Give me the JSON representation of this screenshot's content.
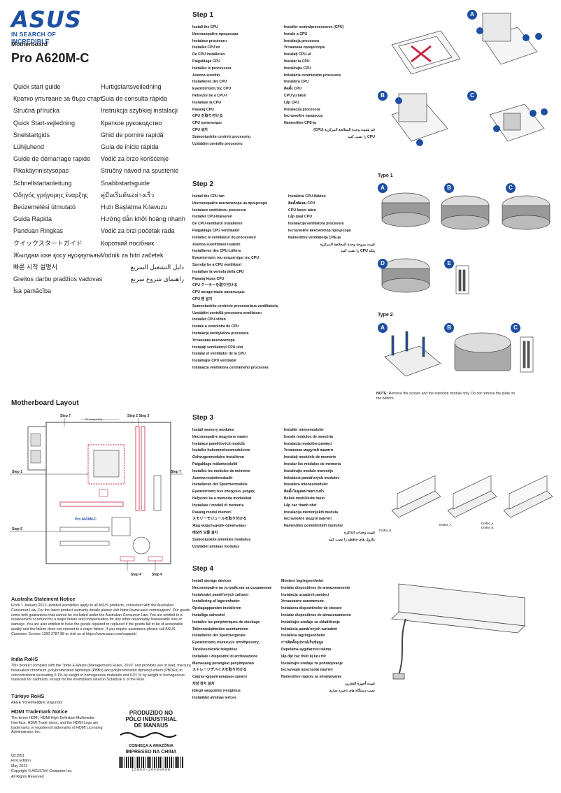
{
  "brand": {
    "logo_text": "ASUS",
    "slogan": "IN SEARCH OF INCREDIBLE",
    "color": "#1d4ea2"
  },
  "section_label": "Motherboard",
  "model": "Pro A620M-C",
  "quick_start_guides": [
    [
      "Quick start guide",
      "Hurtigstartsveiledning"
    ],
    [
      "Кратко упътване за бърз старт",
      "Guia de consulta rápida"
    ],
    [
      "Stručná příručka",
      "Instrukcja szybkiej instalacji"
    ],
    [
      "Quick Start-vejledning",
      "Краткое руководство"
    ],
    [
      "Snelstartgids",
      "Ghid de pornire rapidă"
    ],
    [
      "Lühijuhend",
      "Guía de inicio rápida"
    ],
    [
      "Guide de démarrage rapide",
      "Vodič za brzo korišćenje"
    ],
    [
      "Pikakäynnistysopas",
      "Stručný návod na spustenie"
    ],
    [
      "Schnellstartanleitung",
      "Snabbstartsguide"
    ],
    [
      "Οδηγός γρήγορης έναρξης",
      "คู่มือเริ่มต้นอย่างเร็ว"
    ],
    [
      "Beüzemelési útmutató",
      "Hızlı Başlatma Kılavuzu"
    ],
    [
      "Guida Rapida",
      "Hướng dẫn khởi hoàng nhanh"
    ],
    [
      "Panduan Ringkas",
      "Vodič za brzi početak rada"
    ],
    [
      "クイックスタートガイド",
      "Короткий посібник"
    ],
    [
      "Жылдам іске қосу нұсқаулығы",
      "Vodnik za hitri začetek"
    ],
    [
      "빠른 시작 설명서",
      "دليل التشغيل السريع"
    ],
    [
      "Greitos darbo pradžios vadovas",
      "راهنمای شروع سریع"
    ],
    [
      "Īsa pamācība",
      ""
    ]
  ],
  "layout": {
    "title": "Motherboard Layout",
    "dimension": "22.6cm(8.9in)",
    "step_labels": {
      "s7_top": "Step 7",
      "s2_s3": "Step 2  Step 3",
      "s1": "Step 1",
      "s7_right": "Step 7",
      "s5": "Step 5",
      "s4": "Step 4",
      "s6": "Step 6"
    },
    "board_name": "Pro A620M-C"
  },
  "steps": {
    "step1": {
      "title": "Step 1",
      "left": [
        "Install the CPU",
        "Инсталирайте процесора",
        "Instalace procesoru",
        "Installer CPU'en",
        "De CPU installeren",
        "Paigaldage CPU",
        "Installez le processeur",
        "Asenna suoritin",
        "Installieren der CPU",
        "Εγκατάσταση της CPU",
        "Helyezze be a CPU-t",
        "Installare la CPU",
        "Pasang CPU",
        "CPU を取り付ける",
        "CPU орнатыңыз",
        "CPU 설치",
        "Sumontuokite centrinį procesorių",
        "Uzstādiet centrālo procesoru"
      ],
      "right": [
        "Installer sentralprosessoren (CPU)",
        "Instale a CPU",
        "Instalacja procesora",
        "Установка процессора",
        "Instalați CPU-ul",
        "Instalar la CPU",
        "Instalirajte CPU",
        "Inštalácia centrálneho procesora",
        "Installera CPU",
        "ติดตั้ง CPU",
        "CPU'yu takın",
        "Lắp CPU",
        "Instalacija procesora",
        "Інсталюйте процесор",
        "Namestitev CPE-ja",
        "قم بتثبيت وحدة المعالجة المركزية (CPU)",
        "CPU را نصب کنید"
      ],
      "rtl_from": 15
    },
    "step2": {
      "title": "Step 2",
      "left": [
        "Install the CPU fan",
        "Инсталирайте вентилатора на процесора",
        "Instalace ventilátoru procesoru",
        "Installer CPU-blæseren",
        "De CPU-ventilator installeren",
        "Paigaldage CPU ventilaator",
        "Installez le ventilateur du processeur",
        "Asenna suorittimen tuuletin",
        "Installieren des CPU-Lüfters",
        "Εγκατάσταση του ανεμιστήρα της CPU",
        "Szerelje be a CPU ventilátort",
        "Installare la ventola della CPU",
        "Pasang kipas CPU",
        "CPU クーラーを取り付ける",
        "CPU желдеткішін орнатыңыз",
        "CPU 팬 설치",
        "Sumontuokite centrinio procesoriaus ventiliatorių",
        "Uzstādiet centrālā procesora ventilatoru",
        "Installer CPU-viften",
        "Instale a ventoinha de CPU",
        "Instalacja wentylatora procesora",
        "Установка вентилятора",
        "Instalați ventilatorul CPU-ului",
        "Instalar el ventilador de la CPU",
        "Instalirajte CPU ventilator",
        "Inštalácia ventilátora centrálneho procesora"
      ],
      "right": [
        "Installera CPU-fläkten",
        "ติดตั้งพัดลม CPU",
        "CPU fanını takın",
        "Lắp quạt CPU",
        "Instalacija ventilatora procesora",
        "Інсталюйте вентилятор процесора",
        "Namestitev ventilatorja CPE-ja",
        "تثبيت مروحة وحدة المعالجة المركزية",
        "پنکه CPU را نصب کنید"
      ],
      "rtl_from": 7
    },
    "step3": {
      "title": "Step 3",
      "left": [
        "Install memory modules",
        "Инсталирайте модулите памет",
        "Instalace paměťových modulů",
        "Installer hukommelsesmodulerne",
        "Geheugenmodules installeren",
        "Paigaldage mälumoodulid",
        "Installez les modules de mémoire",
        "Asenna muistimoduulit",
        "Installieren der Speichermodule",
        "Εγκατάσταση των στοιχείων μνήμης",
        "Helyezze be a memória modulokat",
        "Installare i moduli di memoria",
        "Pasang modul memori",
        "メモリーモジュールを取り付ける",
        "Жад модульдерін орнатыңыз",
        "메모리 모듈 설치",
        "Sumontuokite atminties modulius",
        "Uzstādiet atmiņas modulus"
      ],
      "right": [
        "Installer minnemoduler",
        "Instale módulos de memória",
        "Instalacja modułów pamięci",
        "Установка модулей памяти",
        "Instalați modulele de memorie",
        "Instalar los módulos de memoria",
        "Instalirajte module memorije",
        "Inštalácia pamäťových modulov",
        "Installera minnesmoduler",
        "ติดตั้งโมดูลหน่วยความจำ",
        "Bellek modüllerini takın",
        "Lắp các thanh nhớ",
        "Instalacija memorijskih modula",
        "Інсталюйте модулі пам'яті",
        "Namestitev pomnilniških modulov",
        "تثبيت وحدات الذاكرة",
        "ماژول های حافظه را نصب کنید"
      ],
      "rtl_from": 15
    },
    "step4": {
      "title": "Step 4",
      "left": [
        "Install storage devices",
        "Инсталирайте на устройства за съхранение",
        "Instalování paměťových zařízení",
        "Installering af lagerenheder",
        "Opslagapparaten installeren",
        "Installige salvestid",
        "Installez les périphériques de stockage",
        "Tallennuslaitteiden asentaminen",
        "Installieren der Speichergeräte",
        "Εγκατάσταση συσκευών αποθήκευσης",
        "Tárolóeszközök telepítése",
        "Installare i dispositivi di archiviazione",
        "Memasang perangkat penyimpanan",
        "ストレージデバイスを取り付ける",
        "Сақтау құрылғыларын орнату",
        "저장 장치 설치",
        "Įdiegti saugojimo įrenginius",
        "Instalējiet atmiņas ierīces"
      ],
      "right": [
        "Montere lagringsenheter",
        "Instalar dispositivos de armazenamento",
        "Instalacja urządzeń pamięci",
        "Установите накопители",
        "Instalarea dispozitivelor de stocare",
        "Instalar dispositivos de almacenamiento",
        "Instalirajte uređaje za skladištenje",
        "Inštalácia pamäťových zariadení",
        "Installera lagringsenheter",
        "การติดตั้งอุปกรณ์เก็บข้อมูล",
        "Depolama aygıtlarınızı takma",
        "lắp đặt các thiết bị lưu trữ",
        "Instalirajte uređaje za pohranjivanje",
        "Інсталяція пристроїв пам'яті",
        "Namestitev naprav za shranjevanje",
        "تثبيت أجهزة التخزين",
        "نصب دستگاه های ذخیره سازی"
      ],
      "rtl_from": 15
    }
  },
  "figures": {
    "type1": "Type 1",
    "type2": "Type 2",
    "letters": [
      "A",
      "B",
      "C",
      "D",
      "E"
    ],
    "dimm_labels": [
      "DIMM_B",
      "DIMM_A",
      "DIMM_A",
      "DIMM_B"
    ],
    "note_label": "NOTE:",
    "note_text": "Remove the screws and the retention module only. Do not remove the plate on the bottom."
  },
  "legal": {
    "au_title": "Australia Statement Notice",
    "au_text": "From 1 January 2012 updated warranties apply to all ASUS products, consistent with the Australian Consumer Law. For the latest product warranty details please visit https://www.asus.com/support/. Our goods come with guarantees that cannot be excluded under the Australian Consumer Law. You are entitled to a replacement or refund for a major failure and compensation for any other reasonably foreseeable loss or damage. You are also entitled to have the goods repaired or replaced if the goods fail to be of acceptable quality and the failure does not amount to a major failure. If you require assistance please call ASUS Customer Service 1300 2787 88 or visit us at https://www.asus.com/support/.",
    "in_title": "India RoHS",
    "in_text": "This product complies with the \"India E-Waste (Management) Rules, 2016\" and prohibits use of lead, mercury, hexavalent chromium, polybrominated biphenyls (PBBs) and polybrominated diphenyl ethers (PBDEs) in concentrations exceeding 0.1% by weight in homogenous materials and 0.01 % by weight in homogenous materials for cadmium, except for the exemptions listed in Schedule II of the Rule.",
    "tr_title": "Türkiye RoHS",
    "tr_text": "AEEE Yönetmeliğine Uygundur",
    "hdmi_title": "HDMI Trademark Notice",
    "hdmi_text": "The terms HDMI, HDMI High-Definition Multimedia Interface, HDMI Trade dress, and the HDMI Logo are trademarks or registered trademarks of HDMI Licensing Administrator, Inc.",
    "code": "Q21951",
    "edition": "First Edition",
    "date": "May 2023",
    "copyright": "Copyright © ASUSTeK Computer Inc.",
    "rights": "All Rights Reserved"
  },
  "stamp": {
    "line1": "PRODUZIDO NO",
    "line2": "PÓLO INDUSTRIAL",
    "line3": "DE MANAUS",
    "line4": "CONHEÇA A AMAZÔNIA",
    "line5": "IMPRESSO NA CHINA",
    "barcode_text": "15060-26F00000"
  }
}
